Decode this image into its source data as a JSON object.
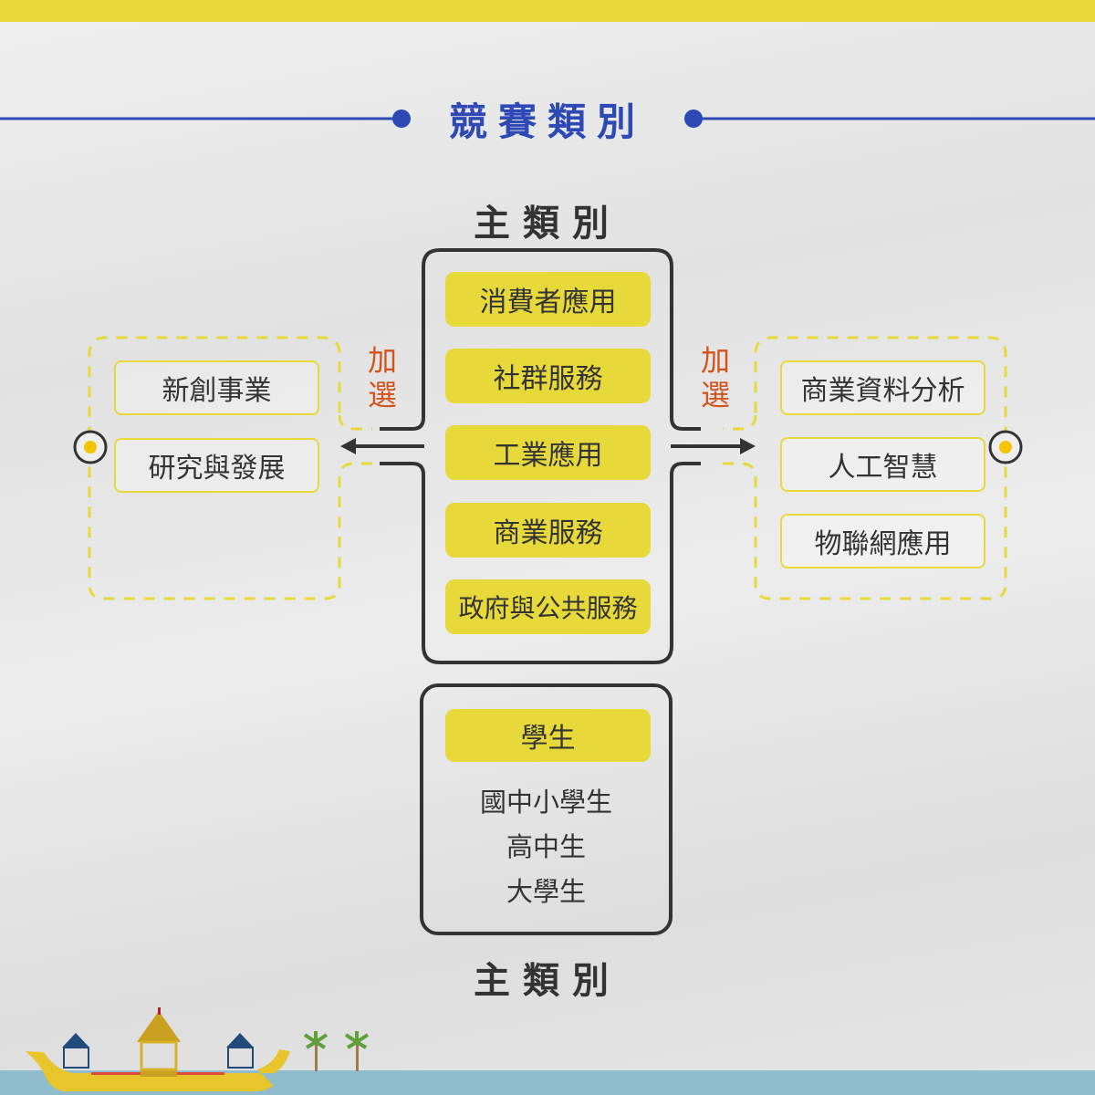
{
  "title": "競賽類別",
  "main_heading": "主類別",
  "main_categories": [
    "消費者應用",
    "社群服務",
    "工業應用",
    "商業服務",
    "政府與公共服務"
  ],
  "add_label": [
    "加",
    "選"
  ],
  "left_options": [
    "新創事業",
    "研究與發展"
  ],
  "right_options": [
    "商業資料分析",
    "人工智慧",
    "物聯網應用"
  ],
  "student": {
    "label": "學生",
    "levels": [
      "國中小學生",
      "高中生",
      "大學生"
    ]
  },
  "bottom_heading": "主類別",
  "colors": {
    "accent_yellow": "#e8d93a",
    "title_blue": "#2e49b5",
    "add_orange": "#d2541c"
  }
}
